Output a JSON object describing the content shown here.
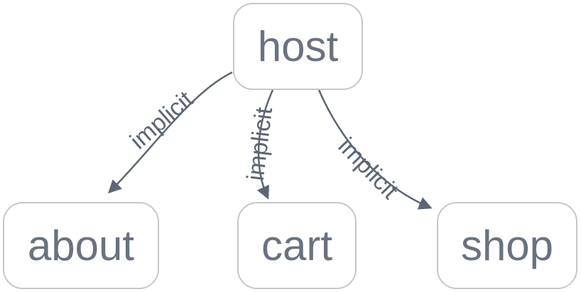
{
  "diagram": {
    "type": "graph",
    "background_color": "#ffffff",
    "colors": {
      "edge": "#5c6675",
      "edge_label_text": "#5c6675",
      "node_text": "#6a7280",
      "node_border": "#c5c7ca",
      "node_fill": "#ffffff"
    },
    "nodes": [
      {
        "id": "host",
        "label": "host"
      },
      {
        "id": "about",
        "label": "about"
      },
      {
        "id": "cart",
        "label": "cart"
      },
      {
        "id": "shop",
        "label": "shop"
      }
    ],
    "edges": [
      {
        "from": "host",
        "to": "about",
        "label": "implicit",
        "style": "curved-arrow"
      },
      {
        "from": "host",
        "to": "cart",
        "label": "implicit",
        "style": "curved-arrow"
      },
      {
        "from": "host",
        "to": "shop",
        "label": "implicit",
        "style": "curved-arrow"
      }
    ]
  }
}
